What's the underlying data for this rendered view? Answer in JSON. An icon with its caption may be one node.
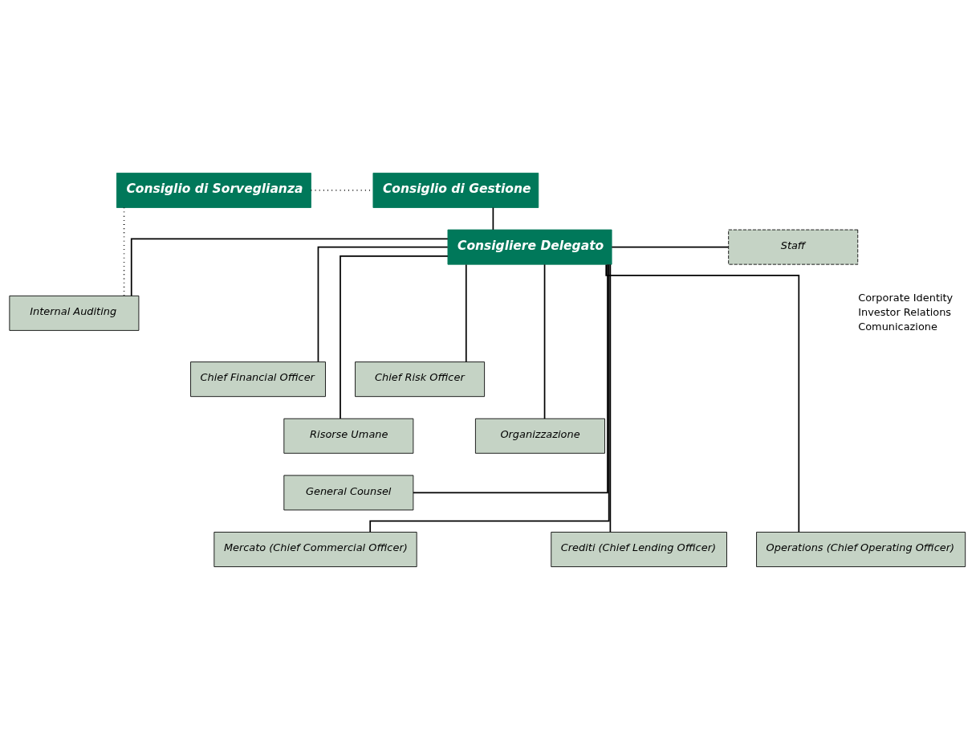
{
  "diagram": {
    "nodes": [
      {
        "text": [
          "Consiglio di Sorveglianza"
        ]
      },
      {
        "text": [
          "Consiglio di Gestione"
        ]
      },
      {
        "text": [
          "Consigliere Delegato"
        ]
      },
      {
        "text": [
          "Staff"
        ],
        "beside": [
          "Corporate Identity",
          "Investor Relations",
          "Comunicazione"
        ]
      },
      {
        "text": [
          "Internal Auditing"
        ]
      },
      {
        "text": [
          "Chief Financial Officer"
        ]
      },
      {
        "text": [
          "Chief Risk Officer"
        ]
      },
      {
        "text": [
          "Risorse Umane"
        ]
      },
      {
        "text": [
          "Organizzazione"
        ]
      },
      {
        "text": [
          "General Counsel"
        ]
      },
      {
        "text": [
          "Crediti (Chief Lending Officer)"
        ]
      },
      {
        "text": [
          "Mercato (Chief Commercial Officer)"
        ]
      },
      {
        "text": [
          "Operations (Chief Operating Officer)"
        ]
      }
    ],
    "edges": [
      {
        "from": 0,
        "to": 1,
        "arrow": "none",
        "style": "dashed"
      },
      {
        "from": 1,
        "to": 2,
        "arrow": "none"
      },
      {
        "from": 2,
        "to": 3,
        "arrow": "none"
      },
      {
        "from": 0,
        "to": 4,
        "arrow": "none",
        "style": "dashed"
      },
      {
        "from": 2,
        "to": 4,
        "arrow": "none"
      },
      {
        "from": 2,
        "to": 5,
        "arrow": "none"
      },
      {
        "from": 2,
        "to": 6,
        "arrow": "none"
      },
      {
        "from": 2,
        "to": 7,
        "arrow": "none"
      },
      {
        "from": 2,
        "to": 8,
        "arrow": "none"
      },
      {
        "from": 2,
        "to": 9,
        "arrow": "none"
      },
      {
        "from": 2,
        "to": 10,
        "arrow": "none"
      },
      {
        "from": 2,
        "to": 11,
        "arrow": "none"
      },
      {
        "from": 2,
        "to": 12,
        "arrow": "none"
      }
    ]
  }
}
